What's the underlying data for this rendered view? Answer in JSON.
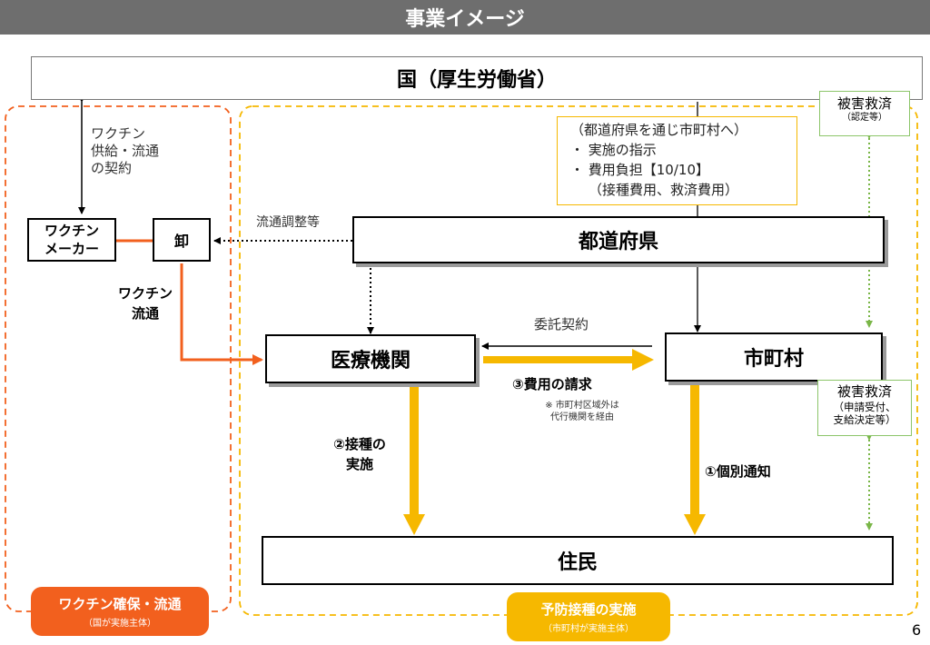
{
  "header": {
    "title": "事業イメージ"
  },
  "nodes": {
    "country": "国（厚生労働省）",
    "prefecture": "都道府県",
    "maker_line1": "ワクチン",
    "maker_line2": "メーカー",
    "wholesaler": "卸",
    "medical": "医療機関",
    "municipality": "市町村",
    "residents": "住民"
  },
  "labels": {
    "supply_line1": "ワクチン",
    "supply_line2": "供給・流通",
    "supply_line3": "の契約",
    "distribution_adjust": "流通調整等",
    "vaccine_flow_line1": "ワクチン",
    "vaccine_flow_line2": "流通",
    "consignment": "委託契約",
    "cost_claim": "③費用の請求",
    "note_line1": "※ 市町村区域外は",
    "note_line2": "代行機関を経由",
    "vaccination_line1": "②接種の",
    "vaccination_line2": "実施",
    "individual_notice": "①個別通知"
  },
  "instruction_box": {
    "line1": "（都道府県を通じ市町村へ）",
    "line2": "・ 実施の指示",
    "line3": "・ 費用負担【10/10】",
    "line4": "（接種費用、救済費用）"
  },
  "relief_top": {
    "title": "被害救済",
    "sub": "（認定等）"
  },
  "relief_bottom": {
    "title": "被害救済",
    "sub1": "（申請受付、",
    "sub2": "支給決定等）"
  },
  "badges": {
    "left": {
      "title": "ワクチン確保・流通",
      "sub": "（国が実施主体）"
    },
    "right": {
      "title": "予防接種の実施",
      "sub": "（市町村が実施主体）"
    }
  },
  "page_number": "6",
  "colors": {
    "orange": "#f2601e",
    "yellow": "#f6b800",
    "green": "#7ab648",
    "header": "#6e6e6e"
  }
}
